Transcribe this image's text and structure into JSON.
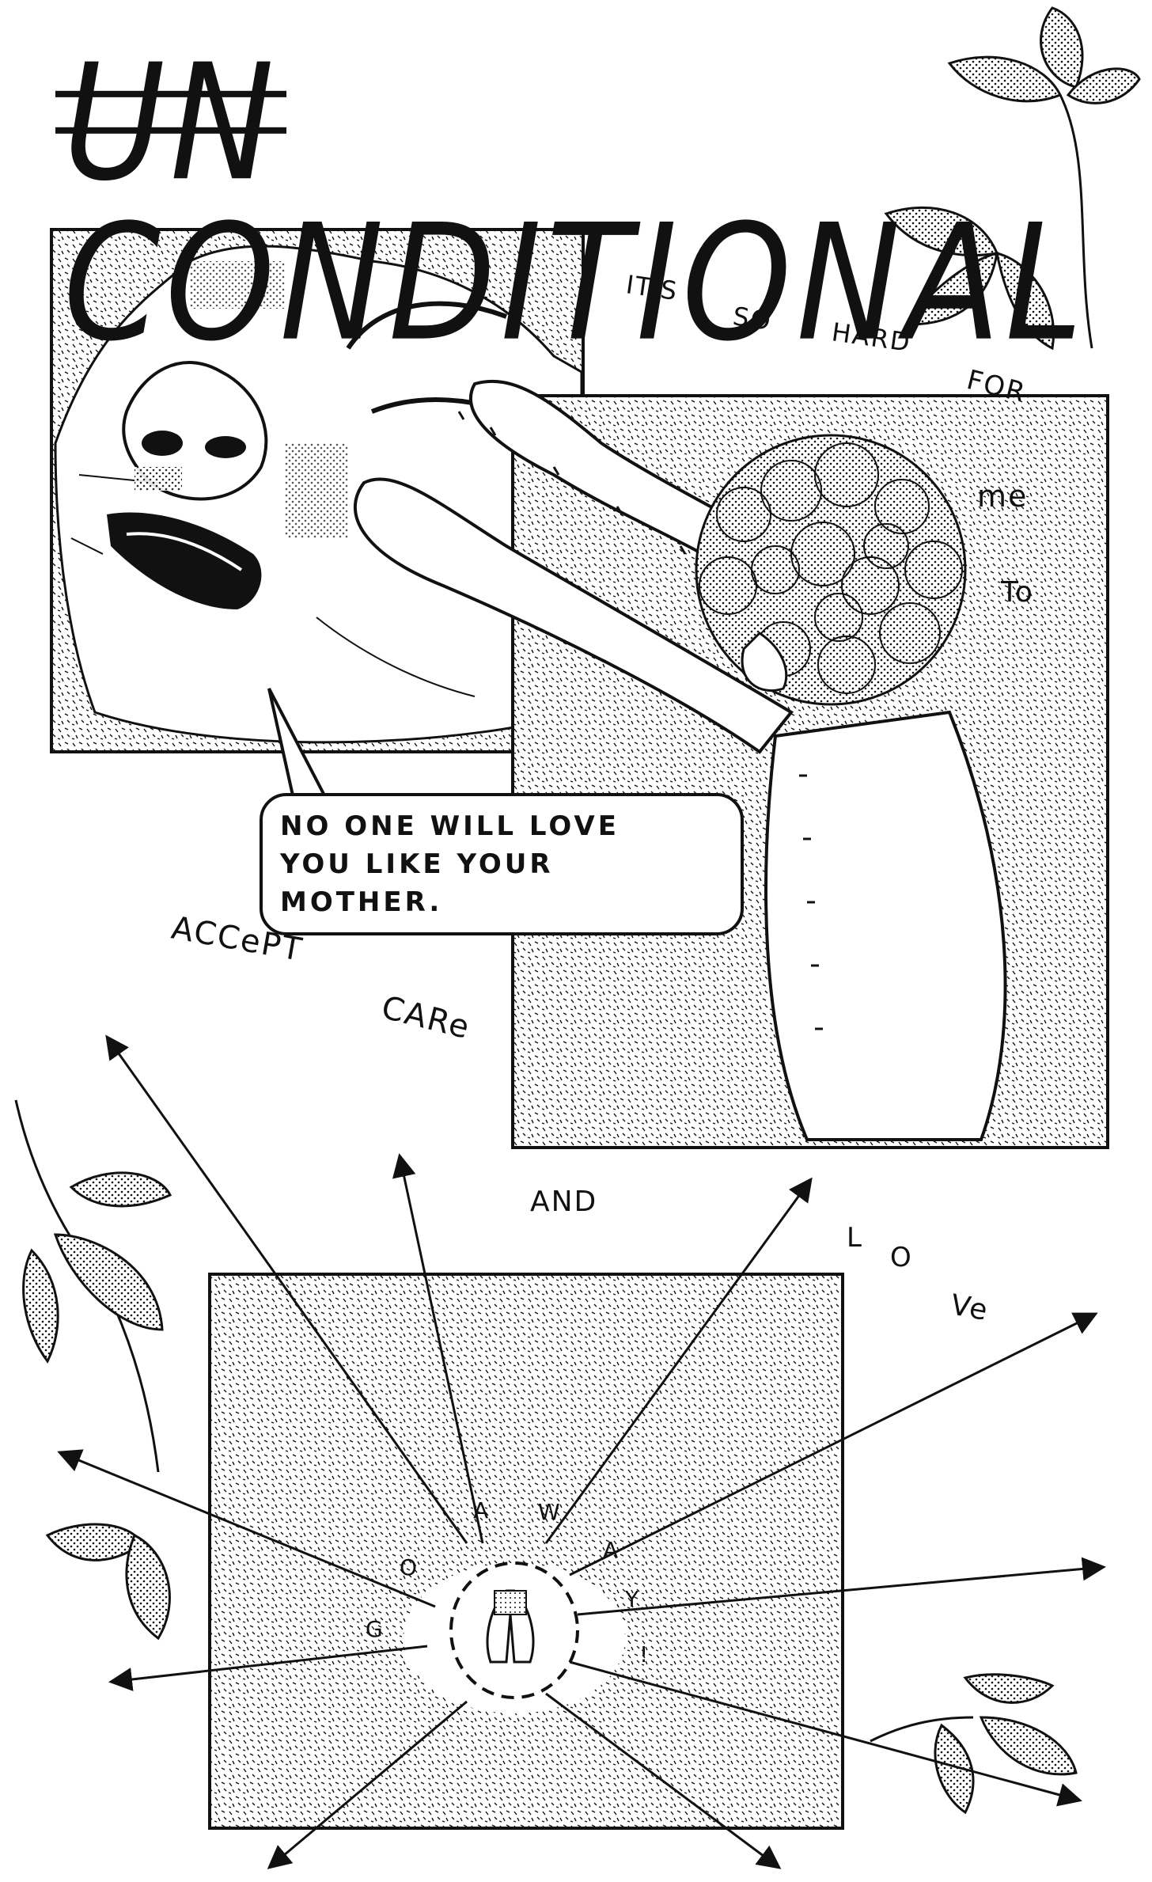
{
  "title": {
    "struck": "UN",
    "main": "CONDITIONAL"
  },
  "speech_bubble": {
    "line1": "NO ONE WILL LOVE",
    "line2": "YOU LIKE YOUR MOTHER."
  },
  "narration": {
    "w1": "IT'S",
    "w2": "SO",
    "w3": "HARD",
    "w4": "FOR",
    "w5": "me",
    "w6": "To",
    "w7": "ACCePT",
    "w8": "CARe",
    "w9": "AND",
    "w10": "L",
    "w11": "O",
    "w12": "Ve"
  },
  "radial_letters": {
    "g": "G",
    "o": "O",
    "a1": "A",
    "w": "W",
    "a2": "A",
    "y": "Y",
    "bang": "!"
  }
}
